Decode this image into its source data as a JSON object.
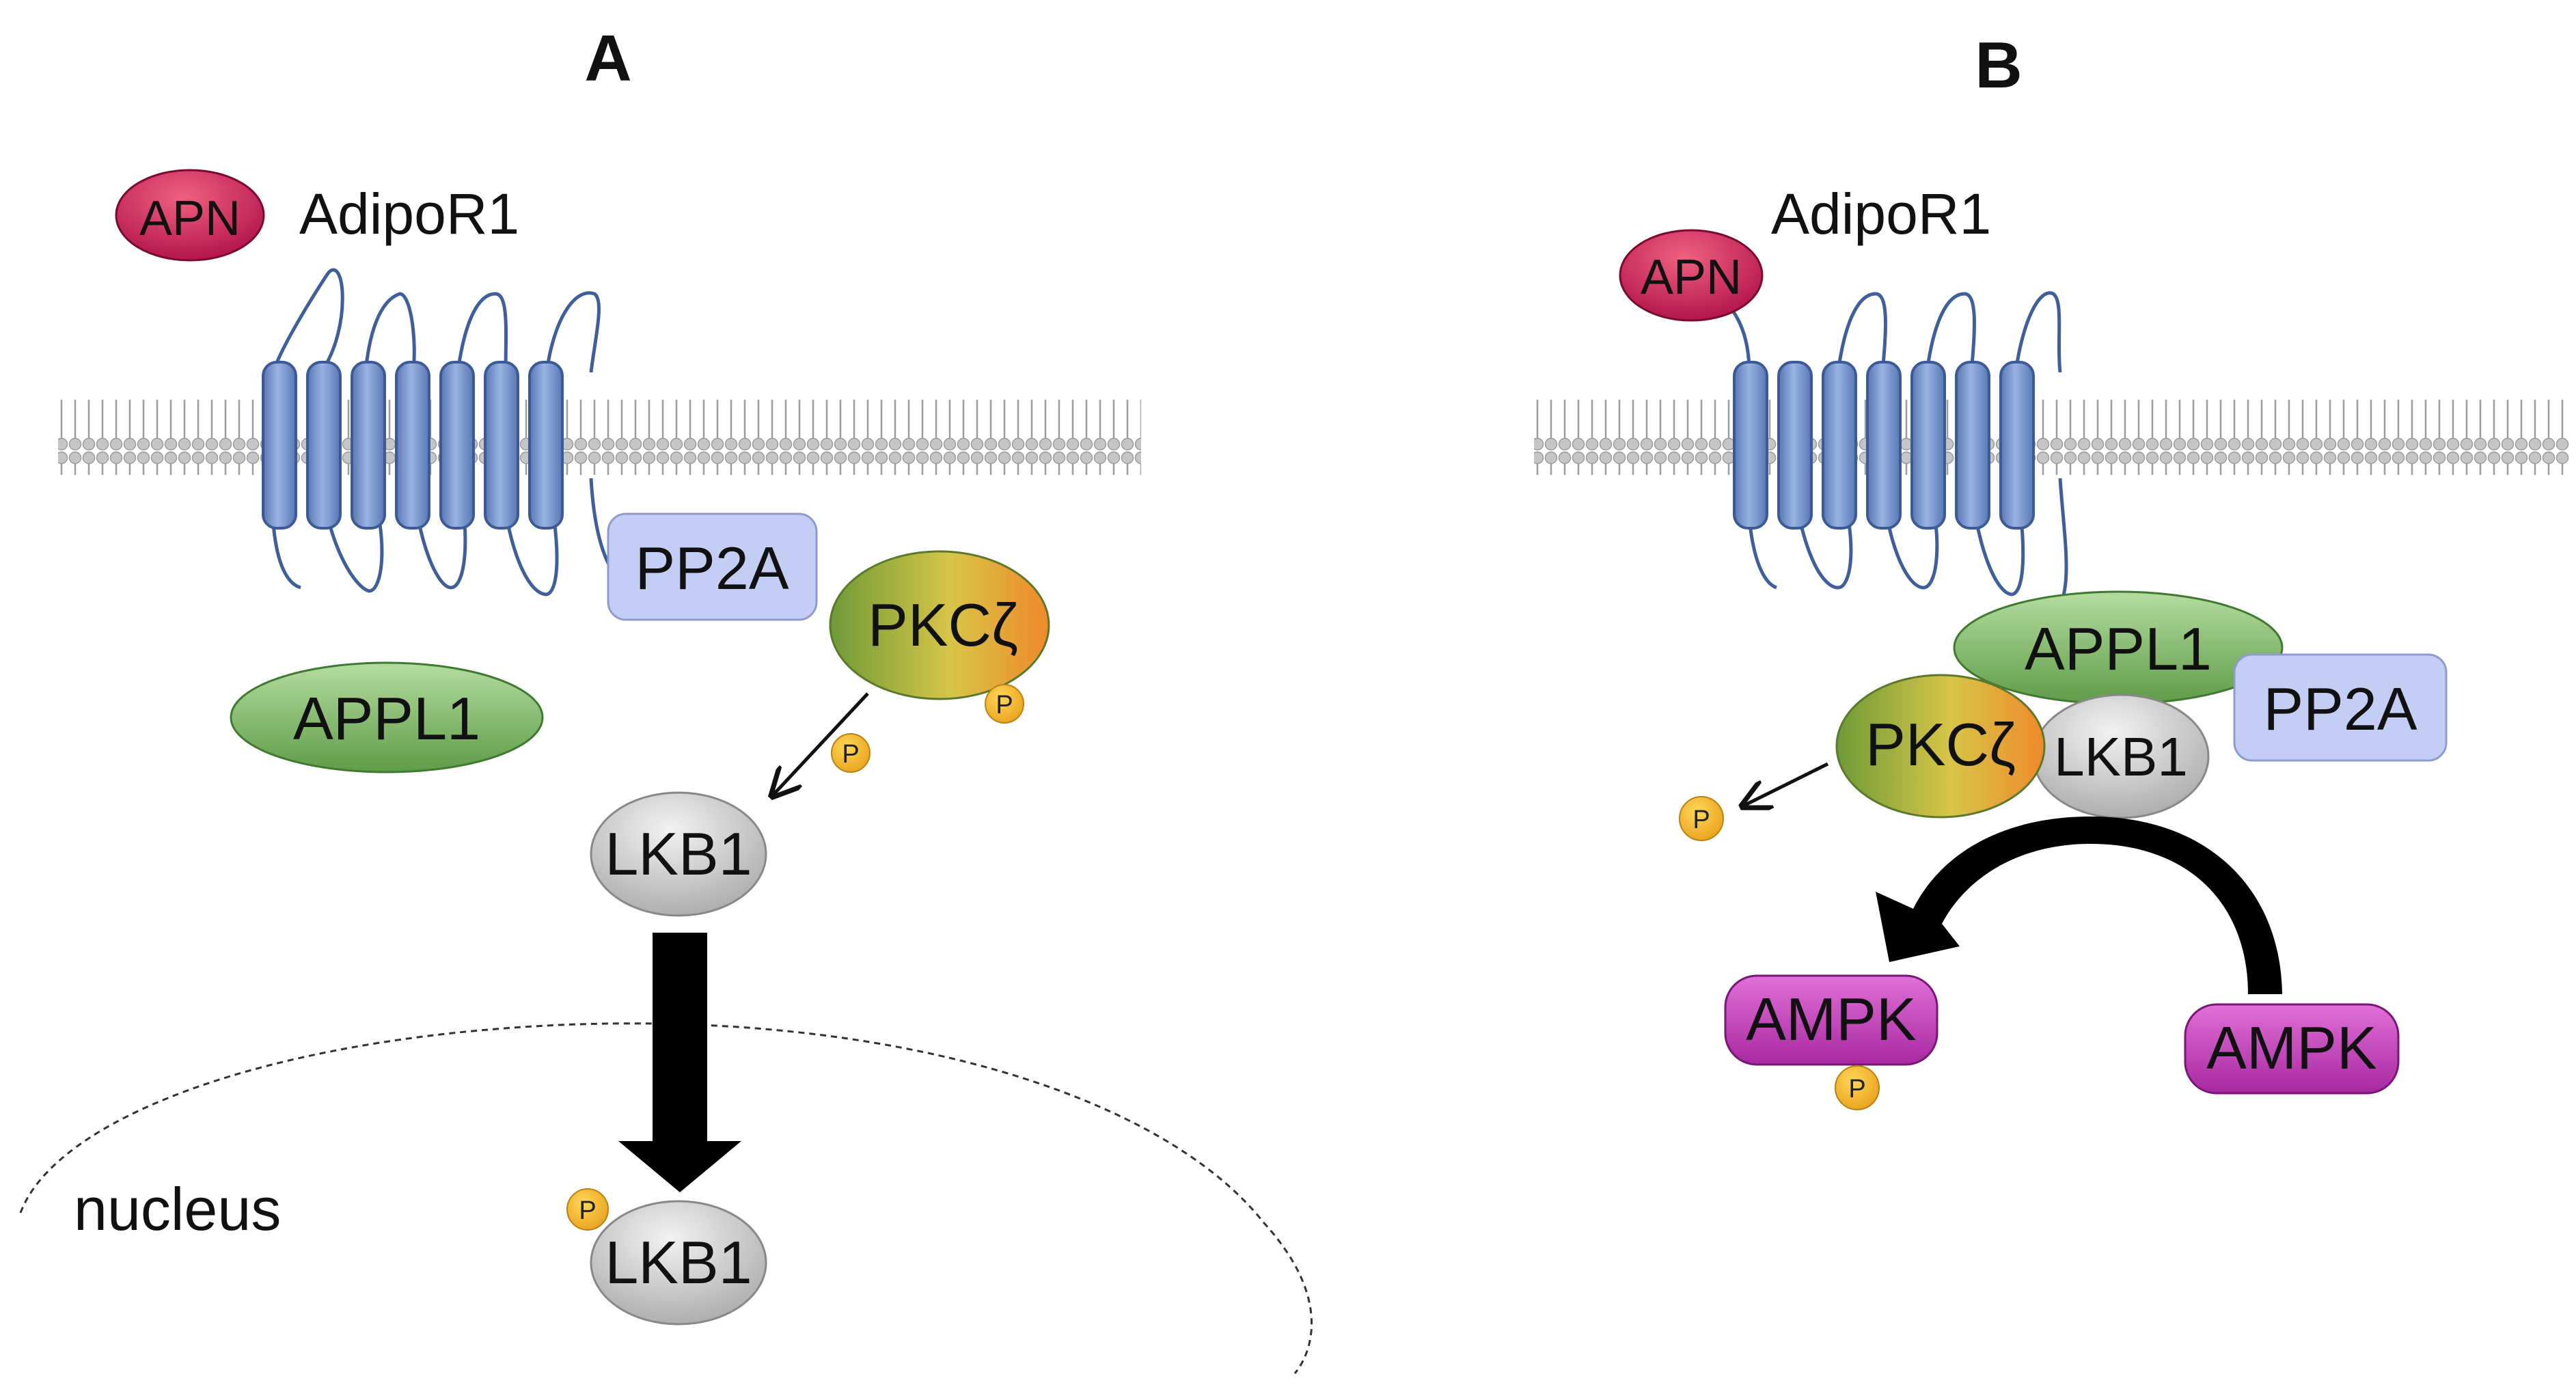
{
  "colors": {
    "apn": "#c8104f",
    "receptor": "#7392cf",
    "pp2a": "#c4cdf3",
    "appl1": "#7fba68",
    "pkc": [
      "#7ea83a",
      "#f0a43a"
    ],
    "lkb1": "#c8c8c8",
    "ampk": "#c63bbd",
    "phosphate": "#f3b52b",
    "membrane": "#bdbdbd"
  },
  "panel_a": {
    "title": "A",
    "apn": "APN",
    "receptor": "AdipoR1",
    "pp2a": "PP2A",
    "pkc": "PKCζ",
    "appl1": "APPL1",
    "lkb1_cyto": "LKB1",
    "lkb1_nucleus": "LKB1",
    "nucleus": "nucleus",
    "phospho": "P"
  },
  "panel_b": {
    "title": "B",
    "apn": "APN",
    "receptor": "AdipoR1",
    "appl1": "APPL1",
    "pp2a": "PP2A",
    "pkc": "PKCζ",
    "lkb1": "LKB1",
    "ampk_phospho": "AMPK",
    "ampk": "AMPK",
    "phospho": "P"
  }
}
